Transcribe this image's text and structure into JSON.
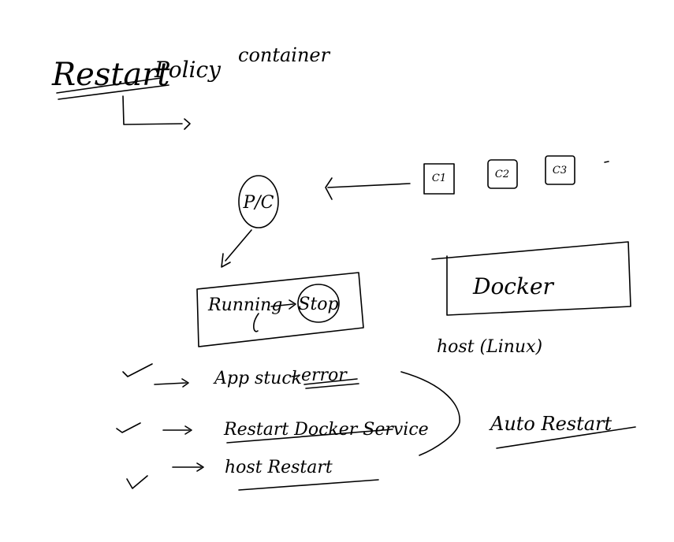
{
  "title": {
    "word1": "Restart",
    "word2": "Policy",
    "word3": "container"
  },
  "policy_node": {
    "label": "P/C"
  },
  "containers": [
    {
      "label": "C1"
    },
    {
      "label": "C2"
    },
    {
      "label": "C3"
    }
  ],
  "docker_box": {
    "label": "Docker"
  },
  "host_label": "host (Linux)",
  "state_box": {
    "from": "Running",
    "to": "Stop"
  },
  "triggers": [
    {
      "label": "App stuck",
      "suffix": "error"
    },
    {
      "label": "Restart Docker Service"
    },
    {
      "label": "host Restart"
    }
  ],
  "outcome": "Auto Restart"
}
